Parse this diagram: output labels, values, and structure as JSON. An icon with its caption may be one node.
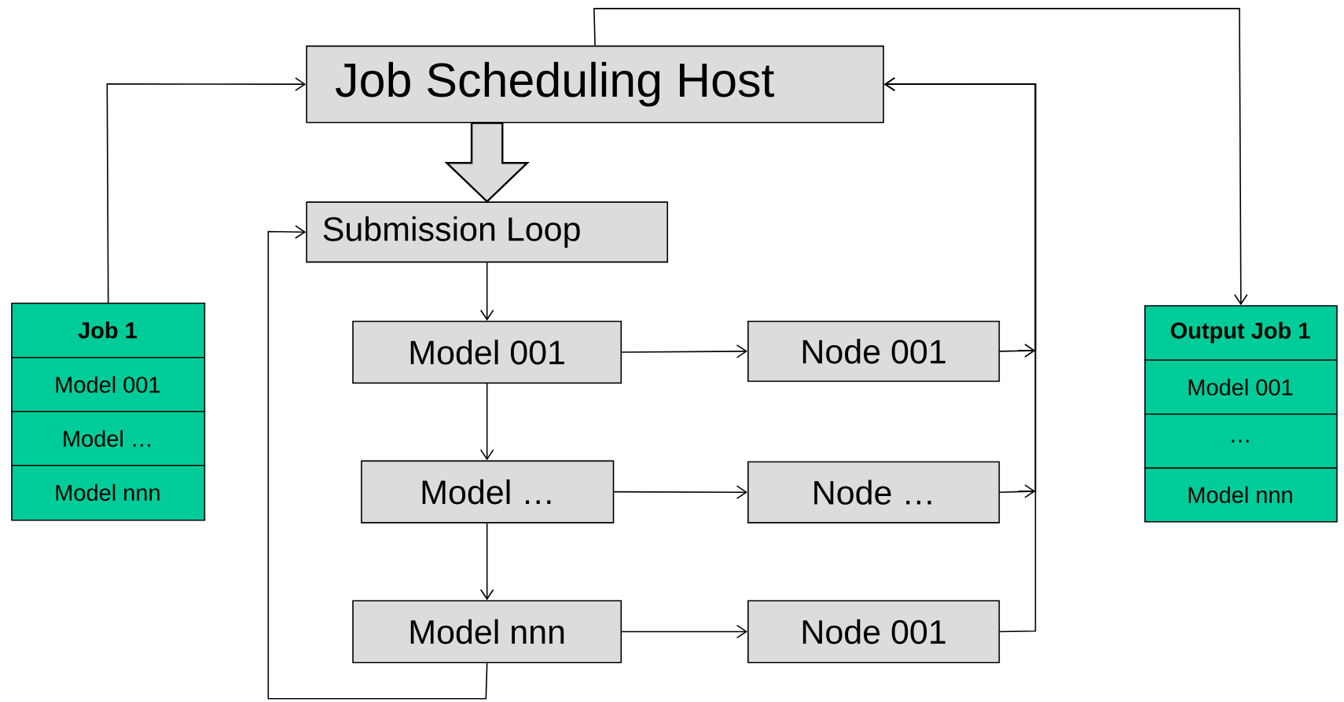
{
  "diagram": {
    "nodes": [
      {
        "text": [
          "Job Scheduling Host"
        ]
      },
      {
        "text": [
          "Submission Loop"
        ]
      },
      {
        "text": [
          "Model 001"
        ]
      },
      {
        "text": [
          "Node 001"
        ]
      },
      {
        "text": [
          "Model …"
        ]
      },
      {
        "text": [
          "Node …"
        ]
      },
      {
        "text": [
          "Model nnn"
        ]
      },
      {
        "text": [
          "Node 001"
        ]
      },
      {
        "text": [
          "Job 1",
          "Model 001",
          "Model …",
          "Model nnn"
        ]
      },
      {
        "text": [
          "Output  Job 1",
          "Model 001",
          "…",
          "Model nnn"
        ]
      }
    ],
    "edges": [
      {
        "from": 8,
        "to": 0,
        "arrow": "to"
      },
      {
        "from": 0,
        "to": 1,
        "arrow": "to",
        "style": "thick"
      },
      {
        "from": 1,
        "to": 2,
        "arrow": "to"
      },
      {
        "from": 2,
        "to": 4,
        "arrow": "to"
      },
      {
        "from": 4,
        "to": 6,
        "arrow": "to"
      },
      {
        "from": 6,
        "to": 1,
        "arrow": "to"
      },
      {
        "from": 2,
        "to": 3,
        "arrow": "to"
      },
      {
        "from": 4,
        "to": 5,
        "arrow": "to"
      },
      {
        "from": 6,
        "to": 7,
        "arrow": "to"
      },
      {
        "from": 3,
        "to": 0,
        "arrow": "to"
      },
      {
        "from": 5,
        "to": 0,
        "arrow": "to"
      },
      {
        "from": 7,
        "to": 0,
        "arrow": "to"
      },
      {
        "from": 0,
        "to": 9,
        "arrow": "to"
      }
    ]
  }
}
